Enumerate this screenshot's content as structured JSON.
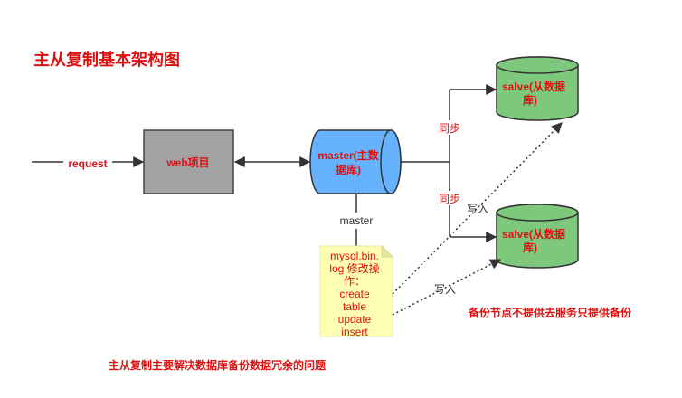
{
  "title": "主从复制基本架构图",
  "request_label": "request",
  "web_label": "web项目",
  "master_db": {
    "line1": "master(主数",
    "line2": "据库)"
  },
  "slave_top": {
    "line1": "salve(从数据",
    "line2": "库)"
  },
  "slave_bottom": {
    "line1": "salve(从数据",
    "line2": "库)"
  },
  "sync_top": "同步",
  "sync_bottom": "同步",
  "master_caption": "master",
  "note_lines": [
    "mysql.bin.",
    "log 修改操",
    "作：",
    "create",
    "table",
    "update",
    "insert"
  ],
  "write_top": "写入",
  "write_bottom": "写入",
  "backup_note": "备份节点不提供去服务只提供备份",
  "footer_note": "主从复制主要解决数据库备份数据冗余的问题",
  "colors": {
    "red": "#e01010",
    "web_fill": "#a3a3a3",
    "master_fill": "#66b2ff",
    "slave_fill": "#7ec87e",
    "note_fill": "#ffffb3"
  }
}
